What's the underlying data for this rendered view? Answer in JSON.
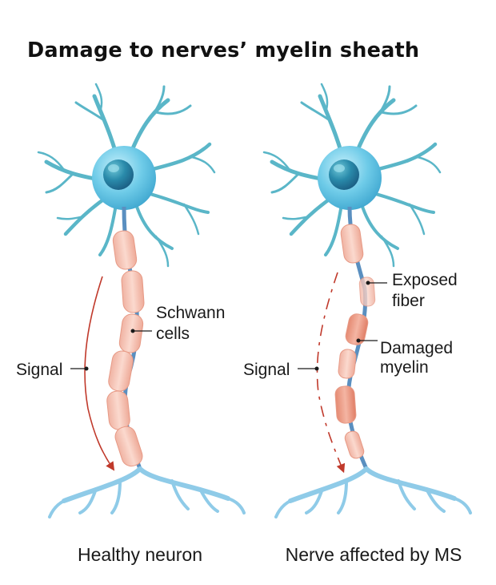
{
  "title": "Damage to nerves’ myelin sheath",
  "healthy": {
    "caption": "Healthy neuron",
    "signal_label": "Signal",
    "schwann_label_line1": "Schwann",
    "schwann_label_line2": "cells"
  },
  "ms": {
    "caption": "Nerve affected by MS",
    "signal_label": "Signal",
    "exposed_label_line1": "Exposed",
    "exposed_label_line2": "fiber",
    "damaged_label_line1": "Damaged",
    "damaged_label_line2": "myelin"
  },
  "colors": {
    "soma": "#6ecbe8",
    "nucleus": "#1f7fa0",
    "dendrite": "#5ab6c8",
    "myelin": "#f4c2b5",
    "damaged_myelin": "#ef9f88",
    "axon": "#5a8fc0",
    "signal_arrow": "#c0392b"
  }
}
